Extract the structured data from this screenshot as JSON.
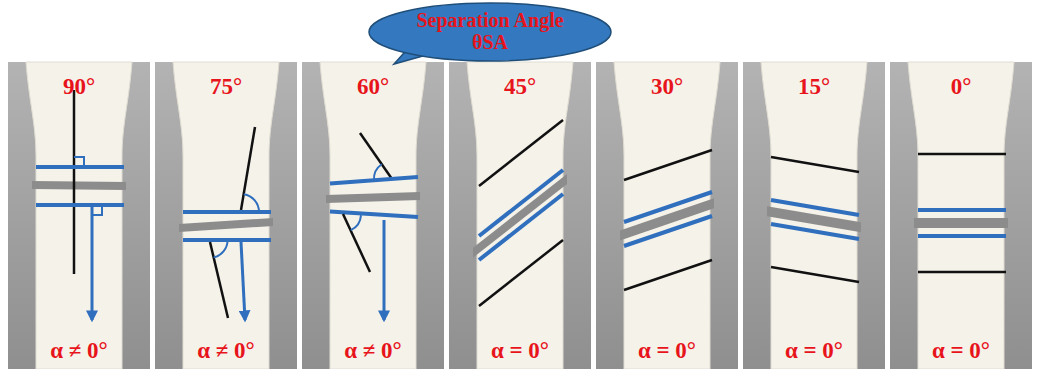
{
  "diagram": {
    "nodes": [
      {
        "text": [
          "Separation Angle θSA"
        ]
      },
      {
        "text": [
          "90°",
          "α ≠ 0°"
        ]
      },
      {
        "text": [
          "75°",
          "α ≠ 0°"
        ]
      },
      {
        "text": [
          "60°",
          "α ≠ 0°"
        ]
      },
      {
        "text": [
          "45°",
          "α = 0°"
        ]
      },
      {
        "text": [
          "30°",
          "α = 0°"
        ]
      },
      {
        "text": [
          "15°",
          "α = 0°"
        ]
      },
      {
        "text": [
          "0°",
          "α = 0°"
        ]
      }
    ]
  }
}
